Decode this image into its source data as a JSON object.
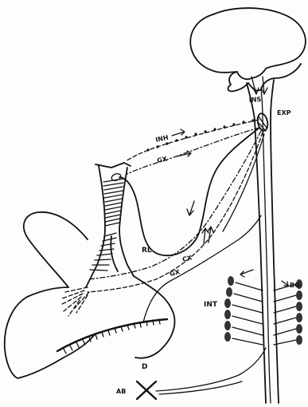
{
  "labels": {
    "ins": "INS",
    "exp": "EXP",
    "inh": "INH",
    "gx_upper": "GX",
    "rl": "RL",
    "cx": "CX",
    "gx_lower": "GX",
    "bg": "BG",
    "int": "INT",
    "d": "D",
    "ab": "AB"
  }
}
